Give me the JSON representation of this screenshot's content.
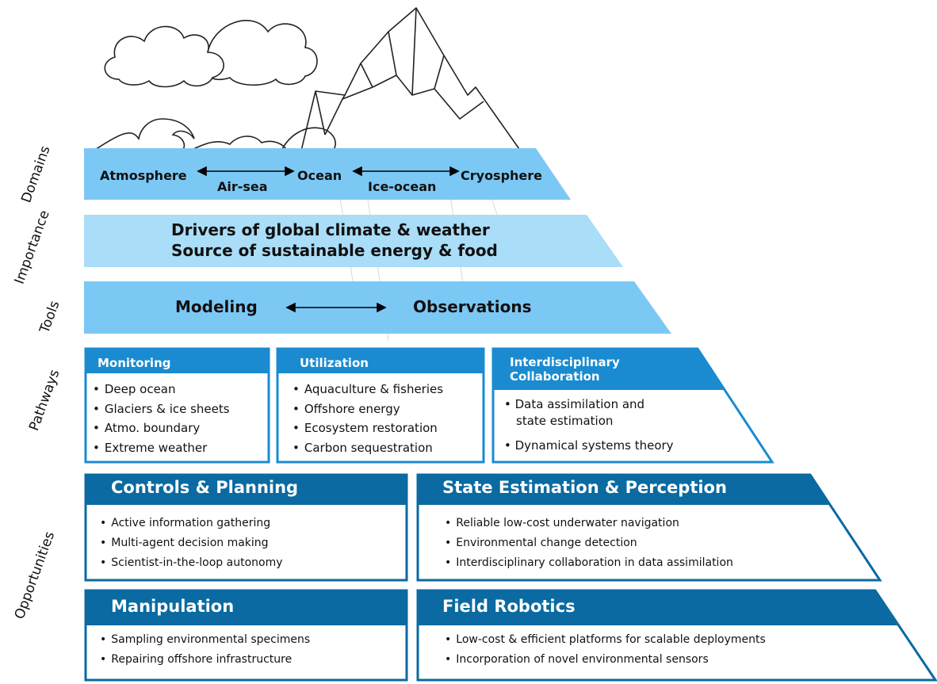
{
  "side_labels": {
    "domains": "Domains",
    "importance": "Importance",
    "tools": "Tools",
    "pathways": "Pathways",
    "opportunities": "Opportunities"
  },
  "domains": {
    "atmosphere": "Atmosphere",
    "air_sea": "Air-sea",
    "ocean": "Ocean",
    "ice_ocean": "Ice-ocean",
    "cryosphere": "Cryosphere"
  },
  "importance": {
    "line1": "Drivers of global climate & weather",
    "line2": "Source of sustainable energy & food"
  },
  "tools": {
    "modeling": "Modeling",
    "observations": "Observations"
  },
  "pathways": {
    "monitoring": {
      "title": "Monitoring",
      "items": [
        "Deep ocean",
        "Glaciers & ice sheets",
        "Atmo. boundary",
        "Extreme weather"
      ]
    },
    "utilization": {
      "title": "Utilization",
      "items": [
        "Aquaculture & fisheries",
        "Offshore energy",
        "Ecosystem restoration",
        "Carbon sequestration"
      ]
    },
    "collaboration": {
      "title_line1": "Interdisciplinary",
      "title_line2": "Collaboration",
      "item1_line1": "Data assimilation and",
      "item1_line2": "state estimation",
      "item2": "Dynamical systems theory"
    }
  },
  "opportunities": {
    "controls": {
      "title": "Controls & Planning",
      "items": [
        "Active information gathering",
        "Multi-agent decision making",
        "Scientist-in-the-loop autonomy"
      ]
    },
    "state": {
      "title": "State Estimation & Perception",
      "items": [
        "Reliable low-cost underwater navigation",
        "Environmental change detection",
        "Interdisciplinary collaboration in data assimilation"
      ]
    },
    "manipulation": {
      "title": "Manipulation",
      "items": [
        "Sampling environmental specimens",
        "Repairing offshore infrastructure"
      ]
    },
    "field": {
      "title": "Field Robotics",
      "items": [
        "Low-cost & efficient platforms for scalable deployments",
        "Incorporation of novel environmental sensors"
      ]
    }
  },
  "colors": {
    "domain_band": "#7cc8f5",
    "importance_band": "#a9ddf8",
    "tools_band": "#7cc8f5",
    "pathway_header": "#1a8bd0",
    "opportunity_header": "#0a6aa1",
    "opportunity_border": "#0a6aa1"
  }
}
